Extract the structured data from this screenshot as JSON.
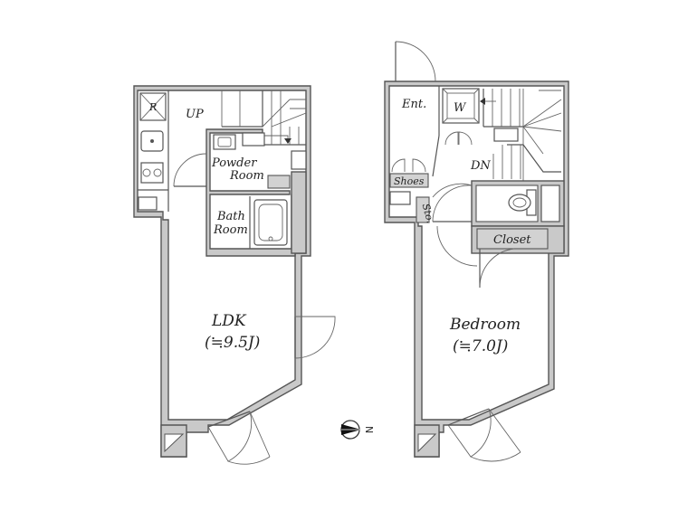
{
  "floor1": {
    "up_label": "UP",
    "fridge_label": "R",
    "powder_room_line1": "Powder",
    "powder_room_line2": "Room",
    "bath_room_line1": "Bath",
    "bath_room_line2": "Room",
    "ldk_label": "LDK",
    "ldk_area": "(≒9.5J)"
  },
  "floor2": {
    "entrance_label": "Ent.",
    "washer_label": "W",
    "down_label": "DN",
    "shoes_label": "Shoes",
    "storage_label": "Sto.",
    "closet_label": "Closet",
    "bedroom_label": "Bedroom",
    "bedroom_area": "(≒7.0J)"
  },
  "compass": {
    "north_label": "N"
  },
  "colors": {
    "wall": "#c9c9c9",
    "line": "#555555",
    "background": "#ffffff"
  }
}
